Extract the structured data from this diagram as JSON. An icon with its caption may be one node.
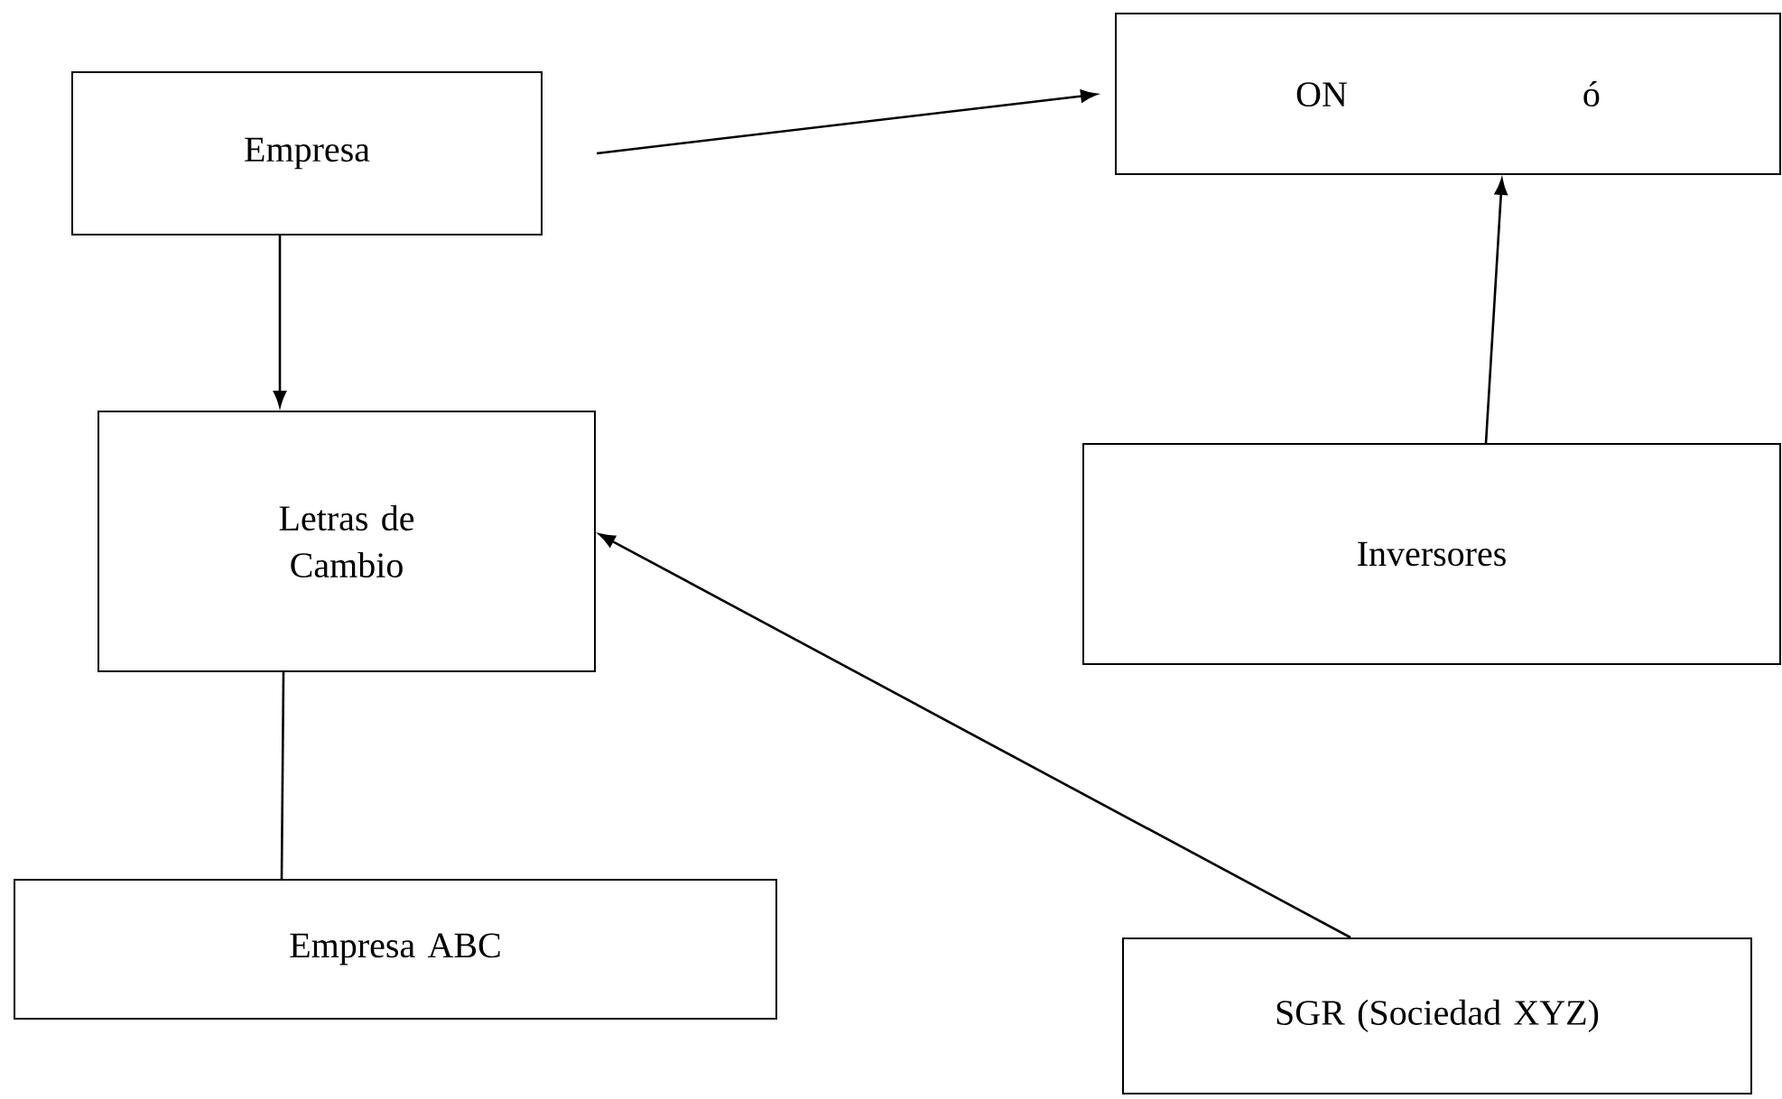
{
  "diagram": {
    "nodes": [
      {
        "text": [
          "Empresa"
        ]
      },
      {
        "text": [
          "ON",
          "ó"
        ]
      },
      {
        "text": [
          "Letras de Cambio"
        ]
      },
      {
        "text": [
          "Inversores"
        ]
      },
      {
        "text": [
          "Empresa ABC"
        ]
      },
      {
        "text": [
          "SGR (Sociedad XYZ)"
        ]
      }
    ],
    "edges": [
      {
        "from": 0,
        "to": 1,
        "arrow": "to"
      },
      {
        "from": 0,
        "to": 2,
        "arrow": "to"
      },
      {
        "from": 3,
        "to": 1,
        "arrow": "to"
      },
      {
        "from": 2,
        "to": 4,
        "arrow": "none"
      },
      {
        "from": 5,
        "to": 2,
        "arrow": "to"
      }
    ]
  }
}
